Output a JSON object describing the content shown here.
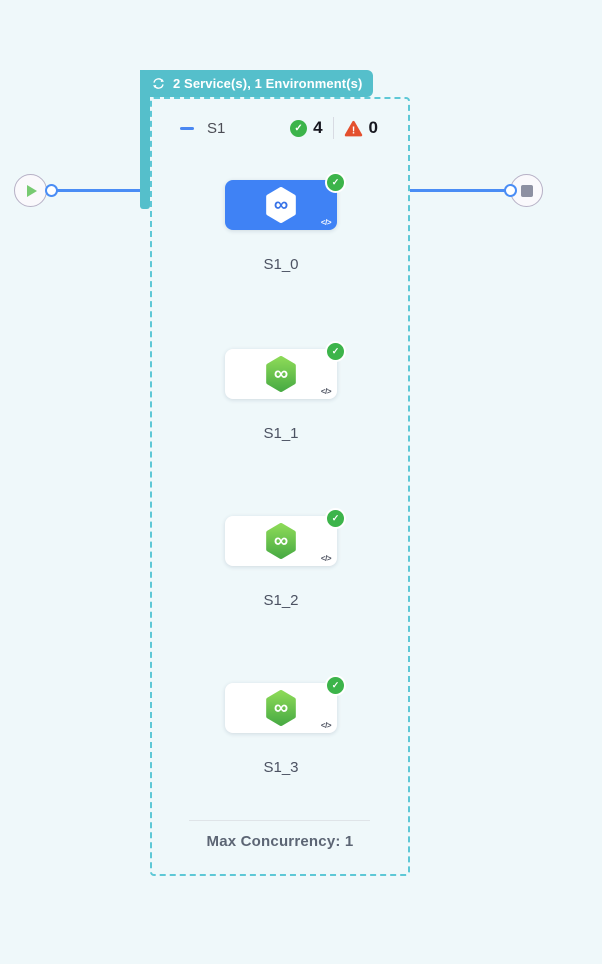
{
  "badge": {
    "icon": "loop-icon",
    "label": "2 Service(s), 1 Environment(s)"
  },
  "stage": {
    "name": "S1",
    "passed_count": "4",
    "failed_count": "0",
    "footer": "Max Concurrency: 1"
  },
  "nodes": [
    {
      "label": "S1_0",
      "status": "success",
      "selected": true
    },
    {
      "label": "S1_1",
      "status": "success",
      "selected": false
    },
    {
      "label": "S1_2",
      "status": "success",
      "selected": false
    },
    {
      "label": "S1_3",
      "status": "success",
      "selected": false
    }
  ],
  "glyphs": {
    "check": "✓",
    "warning": "!",
    "infinity": "∞",
    "code": "</>"
  },
  "colors": {
    "background": "#eff8fa",
    "badge_teal": "#55bfcb",
    "dash_teal": "#5ec8d6",
    "edge_blue": "#4a8df5",
    "selected_card_blue": "#3f82f5",
    "success_green": "#3cb44a",
    "hex_green_top": "#8bd957",
    "hex_green_bottom": "#4aac44",
    "warning_red": "#e4502e",
    "count_text": "#17171f",
    "label_text": "#4c5262",
    "footer_text": "#5c6574"
  }
}
